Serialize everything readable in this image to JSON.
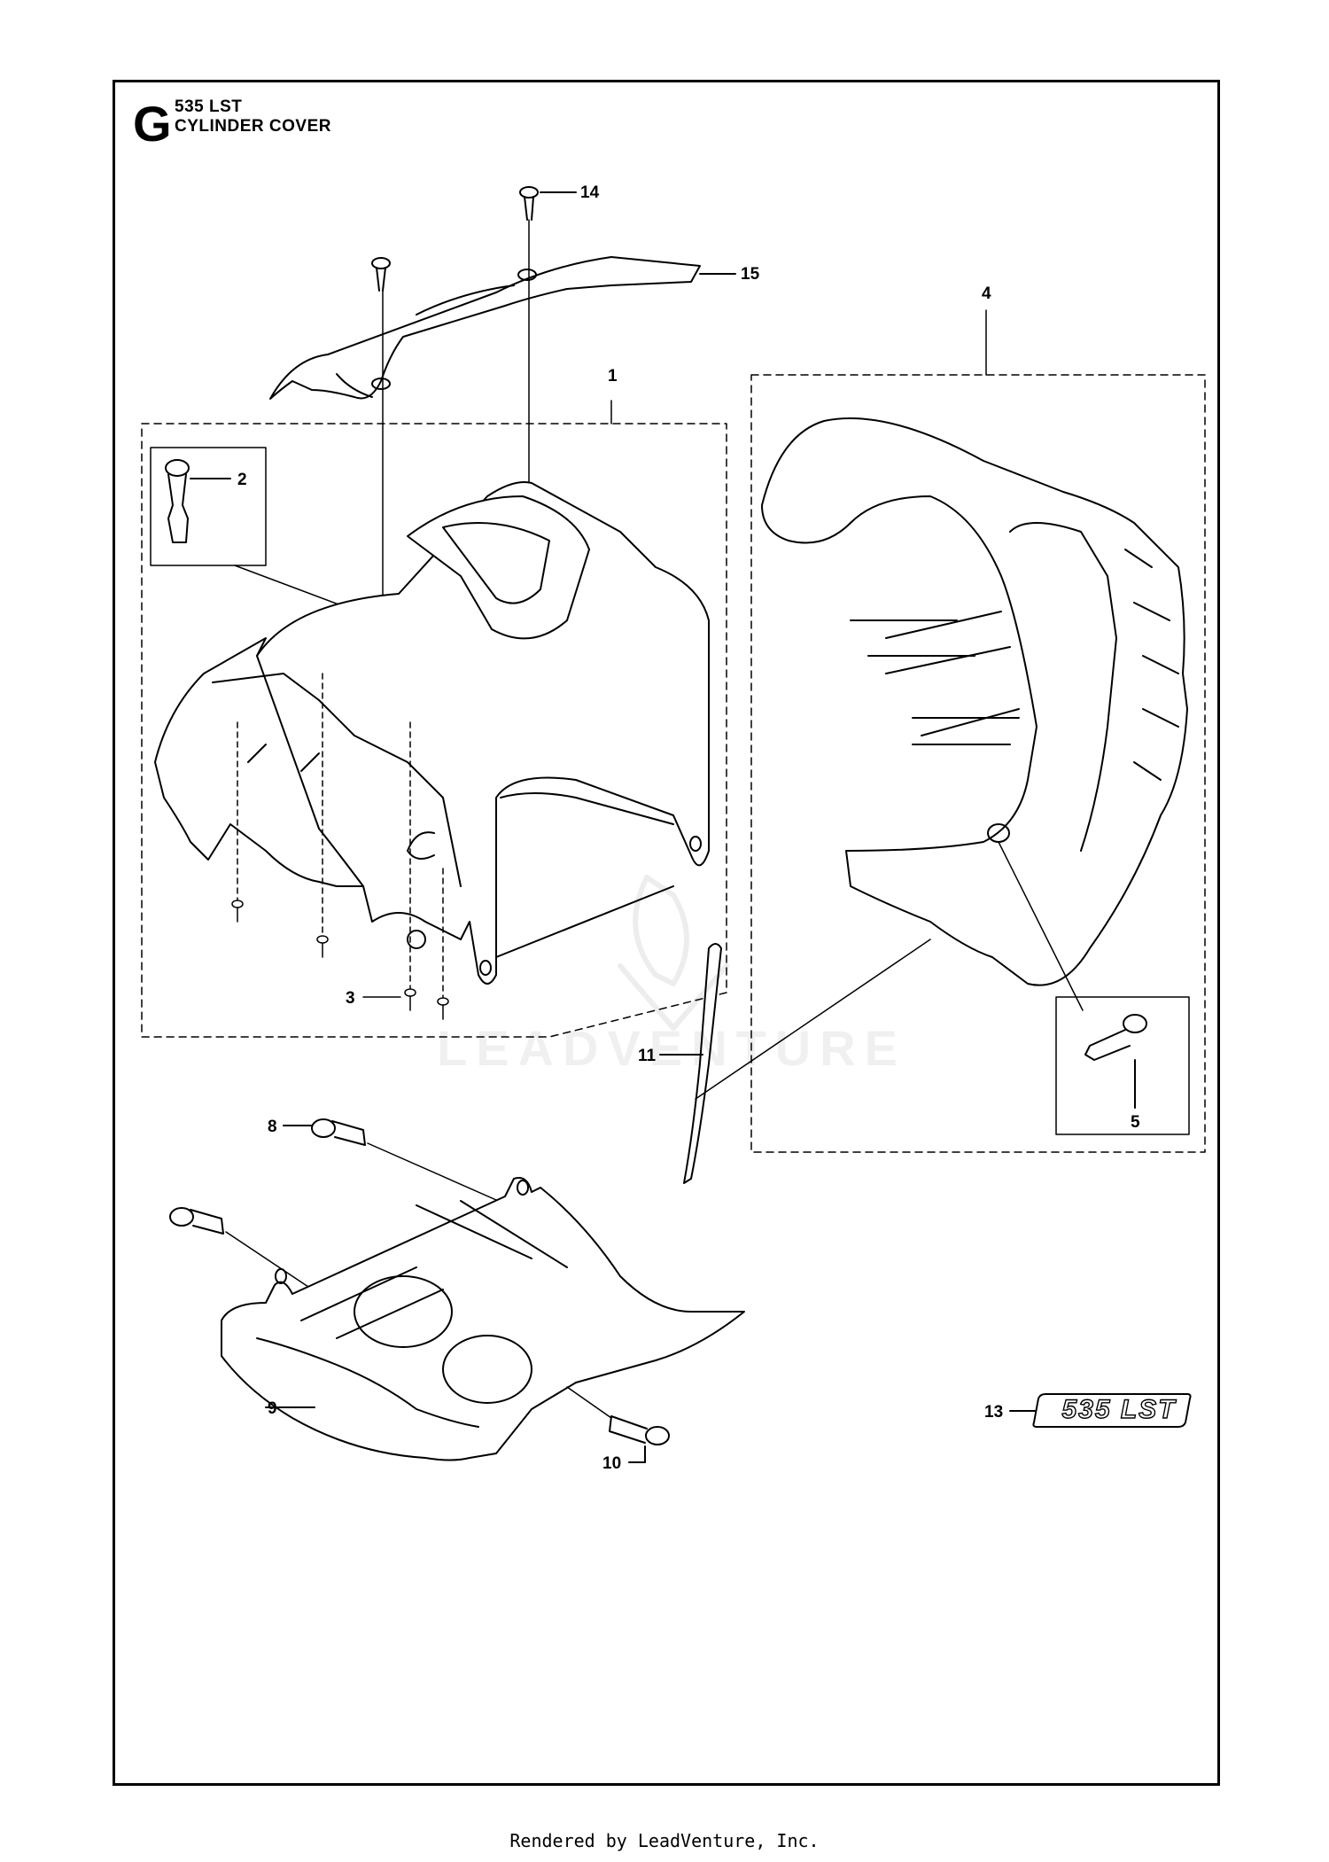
{
  "header": {
    "section_letter": "G",
    "model": "535 LST",
    "title": "CYLINDER COVER"
  },
  "callouts": [
    {
      "label": "1"
    },
    {
      "label": "2"
    },
    {
      "label": "3"
    },
    {
      "label": "4"
    },
    {
      "label": "5"
    },
    {
      "label": "8"
    },
    {
      "label": "9"
    },
    {
      "label": "10"
    },
    {
      "label": "11"
    },
    {
      "label": "13"
    },
    {
      "label": "14"
    },
    {
      "label": "15"
    }
  ],
  "decal": {
    "text": "535 LST"
  },
  "watermark": "LEADVENTURE",
  "footer": "Rendered by LeadVenture, Inc."
}
